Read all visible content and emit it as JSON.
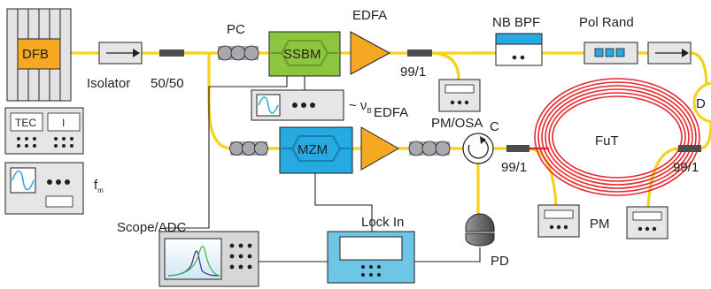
{
  "labels": {
    "dfb": "DFB",
    "isolator": "Isolator",
    "coupler_5050": "50/50",
    "pc": "PC",
    "ssbm": "SSBM",
    "edfa_top": "EDFA",
    "coupler_991_top": "99/1",
    "nb_bpf": "NB BPF",
    "pol_rand": "Pol Rand",
    "detector": "D",
    "pm_osa": "PM/OSA",
    "nu_prefix": "~ ν",
    "nu_sub": "B",
    "fut": "FuT",
    "tec": "TEC",
    "current": "I",
    "fm_main": "f",
    "fm_sub": "m",
    "mzm": "MZM",
    "edfa_bottom": "EDFA",
    "circulator": "C",
    "coupler_991_mid": "99/1",
    "coupler_991_right": "99/1",
    "pm": "PM",
    "scope_adc": "Scope/ADC",
    "lock_in": "Lock In",
    "pd": "PD"
  },
  "colors": {
    "fiber": "#f6d21c",
    "fut_coil": "#e8262c",
    "laser": "#f7a823",
    "ssbm": "#8cc63f",
    "mzm": "#27aae1",
    "amplifier": "#f7a823",
    "lock_in": "#6ec6e6",
    "instrument": "#d7d7d7",
    "pc_coil": "#a7a9ac"
  }
}
